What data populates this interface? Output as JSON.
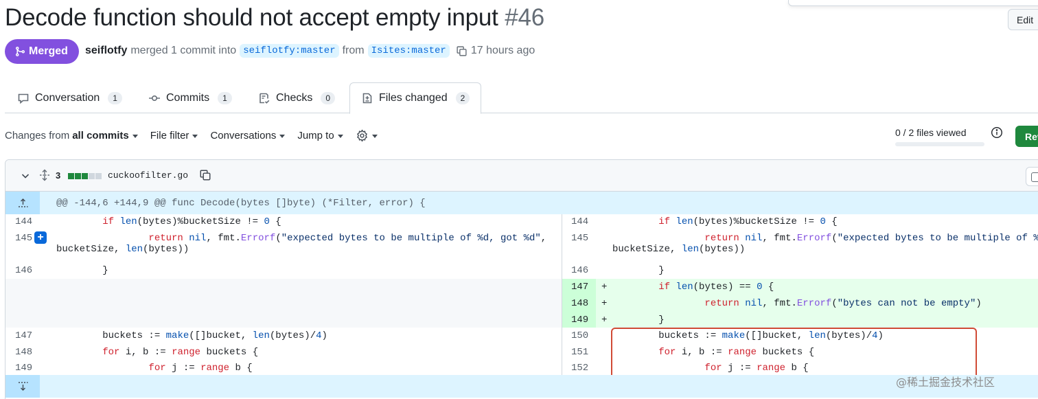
{
  "header": {
    "title": "Decode function should not accept empty input",
    "number": "#46",
    "edit_label": "Edit"
  },
  "status": {
    "badge": "Merged",
    "author": "seiflotfy",
    "action": "merged 1 commit into",
    "base_branch": "seiflotfy:master",
    "from_word": "from",
    "head_branch": "Isites:master",
    "time": "17 hours ago"
  },
  "tabs": [
    {
      "label": "Conversation",
      "count": "1",
      "icon": "comment-icon"
    },
    {
      "label": "Commits",
      "count": "1",
      "icon": "commit-icon"
    },
    {
      "label": "Checks",
      "count": "0",
      "icon": "checklist-icon"
    },
    {
      "label": "Files changed",
      "count": "2",
      "icon": "file-diff-icon",
      "active": true
    }
  ],
  "toolbar": {
    "changes_prefix": "Changes from",
    "changes_value": "all commits",
    "file_filter": "File filter",
    "conversations": "Conversations",
    "jump_to": "Jump to",
    "files_viewed": "0 / 2 files viewed",
    "review_label": "Rev"
  },
  "file": {
    "changes_count": "3",
    "name": "cuckoofilter.go",
    "hunk_header": "@@ -144,6 +144,9 @@ func Decode(bytes []byte) (*Filter, error) {"
  },
  "diff": {
    "left_numbers": [
      "144",
      "145",
      "146",
      "147",
      "148",
      "149"
    ],
    "right_numbers": [
      "144",
      "145",
      "146",
      "147",
      "148",
      "149",
      "150",
      "151",
      "152"
    ],
    "added_marker": "+"
  },
  "watermark": "@稀土掘金技术社区",
  "colors": {
    "merged": "#8250df",
    "addition_bg": "#e6ffec",
    "addition_num_bg": "#ccffd8",
    "hunk_bg": "#ddf4ff",
    "highlight_border": "#d04a35",
    "primary_button": "#1f883d"
  }
}
